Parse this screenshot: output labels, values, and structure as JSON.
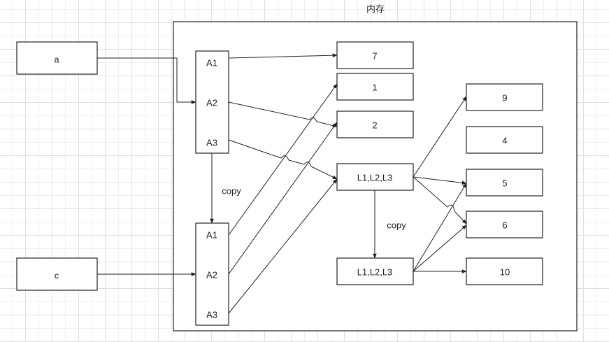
{
  "diagram": {
    "title": "内存",
    "copy_label": "copy",
    "variables": [
      {
        "id": "a",
        "label": "a"
      },
      {
        "id": "c",
        "label": "c"
      }
    ],
    "arrays": [
      {
        "id": "arr1",
        "slots": [
          "A1",
          "A2",
          "A3"
        ]
      },
      {
        "id": "arr2",
        "slots": [
          "A1",
          "A2",
          "A3"
        ]
      }
    ],
    "lists": [
      {
        "id": "list1",
        "label": "L1,L2,L3"
      },
      {
        "id": "list2",
        "label": "L1,L2,L3"
      }
    ],
    "values": [
      {
        "id": "v7",
        "label": "7"
      },
      {
        "id": "v1",
        "label": "1"
      },
      {
        "id": "v2",
        "label": "2"
      },
      {
        "id": "v9",
        "label": "9"
      },
      {
        "id": "v4",
        "label": "4"
      },
      {
        "id": "v5",
        "label": "5"
      },
      {
        "id": "v6",
        "label": "6"
      },
      {
        "id": "v10",
        "label": "10"
      }
    ],
    "edges": [
      {
        "from": "a",
        "to": "arr1.A2"
      },
      {
        "from": "c",
        "to": "arr2.A2"
      },
      {
        "from": "arr1.A1",
        "to": "v7"
      },
      {
        "from": "arr1.A2",
        "to": "v2"
      },
      {
        "from": "arr1.A3",
        "to": "list1"
      },
      {
        "from": "arr1",
        "to": "arr2",
        "label": "copy"
      },
      {
        "from": "arr2.A1",
        "to": "v1"
      },
      {
        "from": "arr2.A2",
        "to": "v2"
      },
      {
        "from": "arr2.A3",
        "to": "list1"
      },
      {
        "from": "list1",
        "to": "v9"
      },
      {
        "from": "list1",
        "to": "v5"
      },
      {
        "from": "list1",
        "to": "v6"
      },
      {
        "from": "list1",
        "to": "list2",
        "label": "copy"
      },
      {
        "from": "list2",
        "to": "v5"
      },
      {
        "from": "list2",
        "to": "v6"
      },
      {
        "from": "list2",
        "to": "v10"
      }
    ]
  }
}
